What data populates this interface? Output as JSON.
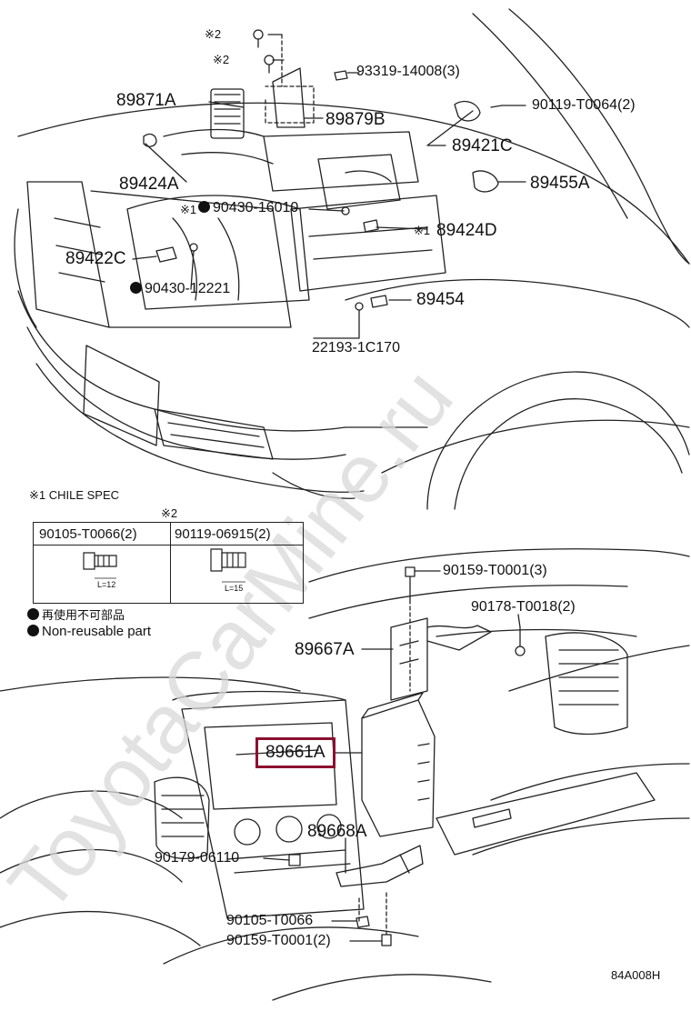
{
  "labels": {
    "p89871A": "89871A",
    "p93319": "93319-14008(3)",
    "p89879B": "89879B",
    "p90119a": "90119-T0064(2)",
    "p89421C": "89421C",
    "p89424A": "89424A",
    "p89455A": "89455A",
    "p90430_16010": "90430-16010",
    "p89424D": "89424D",
    "p89422C": "89422C",
    "p90430_12221": "90430-12221",
    "p89454": "89454",
    "p22193": "22193-1C170",
    "p90159a": "90159-T0001(3)",
    "p90178": "90178-T0018(2)",
    "p89667A": "89667A",
    "p89661A": "89661A",
    "p89668A": "89668A",
    "p90179": "90179-06110",
    "p90105": "90105-T0066",
    "p90159b": "90159-T0001(2)"
  },
  "marks": {
    "note1": "※1",
    "note2": "※2"
  },
  "notes": {
    "chile_spec": "※1 CHILE SPEC",
    "star2_table": "※2",
    "nonreusable_jp": "再使用不可部品",
    "nonreusable_en": "Non-reusable part"
  },
  "bolt_table": {
    "col1_header": "90105-T0066(2)",
    "col2_header": "90119-06915(2)",
    "col1_length": "L=12",
    "col2_length": "L=15"
  },
  "highlight_part": "89661A",
  "diagram_code": "84A008H",
  "watermark_text": "ToyotaCarMine.ru",
  "colors": {
    "highlight_border": "#8b1030",
    "line": "#222222",
    "watermark": "#d8d8d8"
  }
}
